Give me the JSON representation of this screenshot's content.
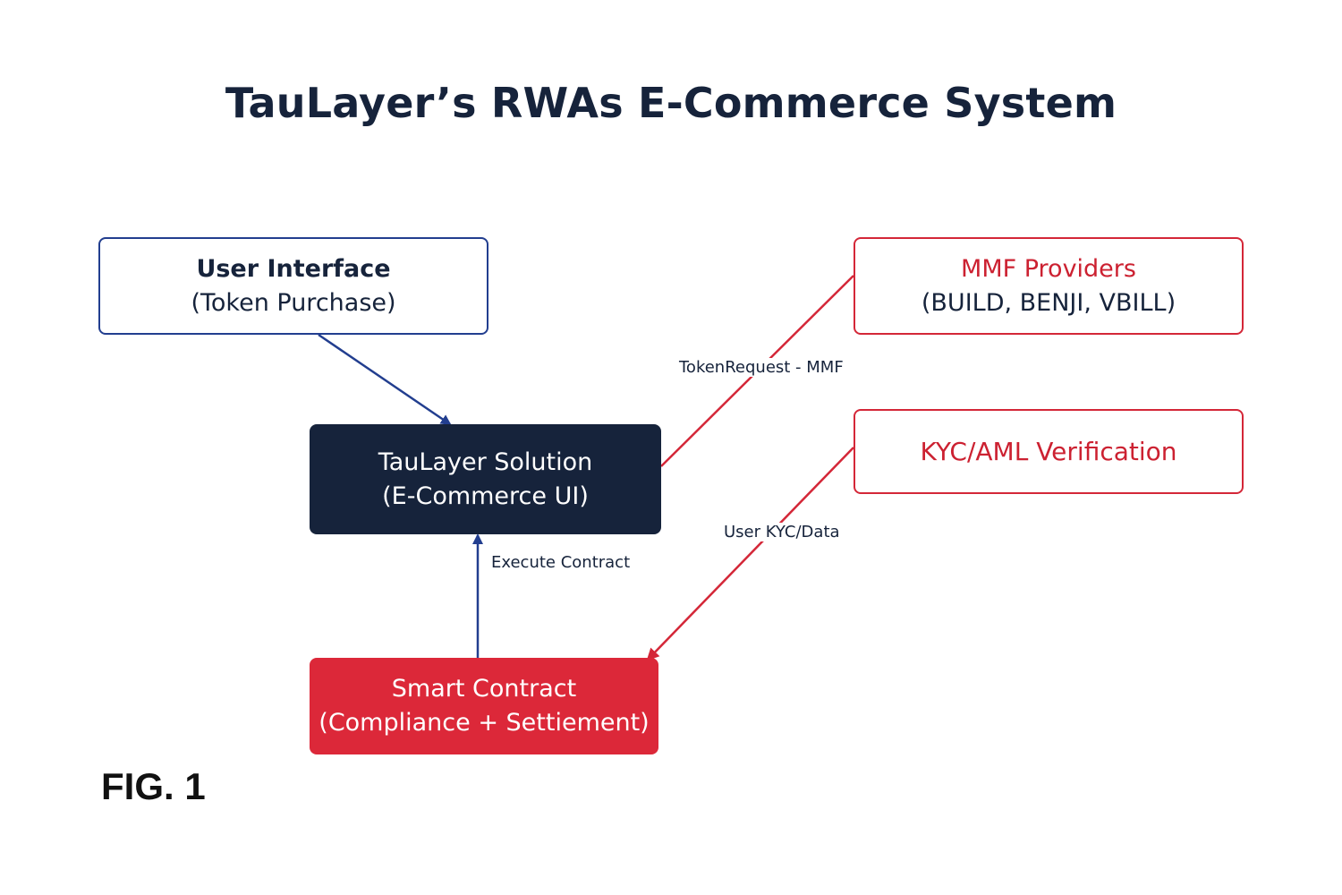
{
  "title": "TauLayer’s RWAs E-Commerce System",
  "nodes": {
    "user_interface": {
      "line1": "User Interface",
      "line2": "(Token Purchase)"
    },
    "taulayer_solution": {
      "line1": "TauLayer Solution",
      "line2": "(E-Commerce UI)"
    },
    "smart_contract": {
      "line1": "Smart Contract",
      "line2": "(Compliance + Settiement)"
    },
    "mmf_providers": {
      "line1": "MMF Providers",
      "line2": "(BUILD, BENJI, VBILL)"
    },
    "kyc_aml": {
      "line1": "KYC/AML Verification"
    }
  },
  "edges": {
    "token_request": "TokenRequest  - MMF",
    "user_kyc": "User KYC/Data",
    "execute_contract": "Execute Contract"
  },
  "figure_label": "FIG. 1",
  "colors": {
    "navy": "#16233b",
    "blue_line": "#223e8f",
    "red": "#dc2839",
    "red_text": "#cc2131"
  }
}
